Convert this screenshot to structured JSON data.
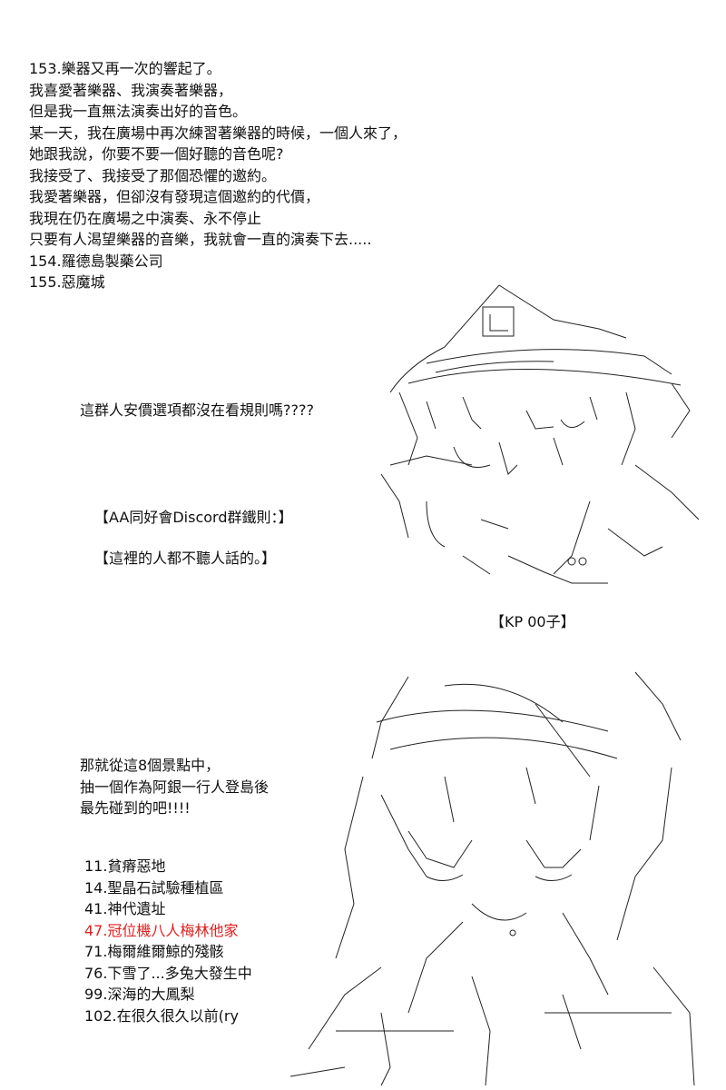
{
  "top_list": [
    "153.樂器又再一次的響起了。",
    "我喜愛著樂器、我演奏著樂器，",
    "但是我一直無法演奏出好的音色。",
    "某一天，我在廣場中再次練習著樂器的時候，一個人來了，",
    "她跟我說，你要不要一個好聽的音色呢?",
    "我接受了、我接受了那個恐懼的邀約。",
    "我愛著樂器，但卻沒有發現這個邀約的代價，",
    "我現在仍在廣場之中演奏、永不停止",
    "只要有人渴望樂器的音樂，我就會一直的演奏下去.....",
    "154.羅德島製藥公司",
    "155.惡魔城"
  ],
  "dialog_1": "這群人安價選項都沒在看規則嗎????",
  "discord_rule_title": "【AA同好會Discord群鐵則：】",
  "discord_rule_text": "【這裡的人都不聽人話的。】",
  "character_label": "【KP 00子】",
  "dialog_2": [
    "那就從這8個景點中，",
    "抽一個作為阿銀一行人登島後",
    "最先碰到的吧!!!!"
  ],
  "bottom_list": [
    {
      "text": "11.貧瘠惡地",
      "highlight": false
    },
    {
      "text": "14.聖晶石試驗種植區",
      "highlight": false
    },
    {
      "text": "41.神代遺址",
      "highlight": false
    },
    {
      "text": "47.冠位機八人梅林他家",
      "highlight": true
    },
    {
      "text": "71.梅爾維爾鯨的殘骸",
      "highlight": false
    },
    {
      "text": "76.下雪了...多兔大發生中",
      "highlight": false
    },
    {
      "text": "99.深海的大鳳梨",
      "highlight": false
    },
    {
      "text": "102.在很久很久以前(ry",
      "highlight": false
    }
  ],
  "colors": {
    "highlight": "#e02020",
    "text": "#111111"
  }
}
